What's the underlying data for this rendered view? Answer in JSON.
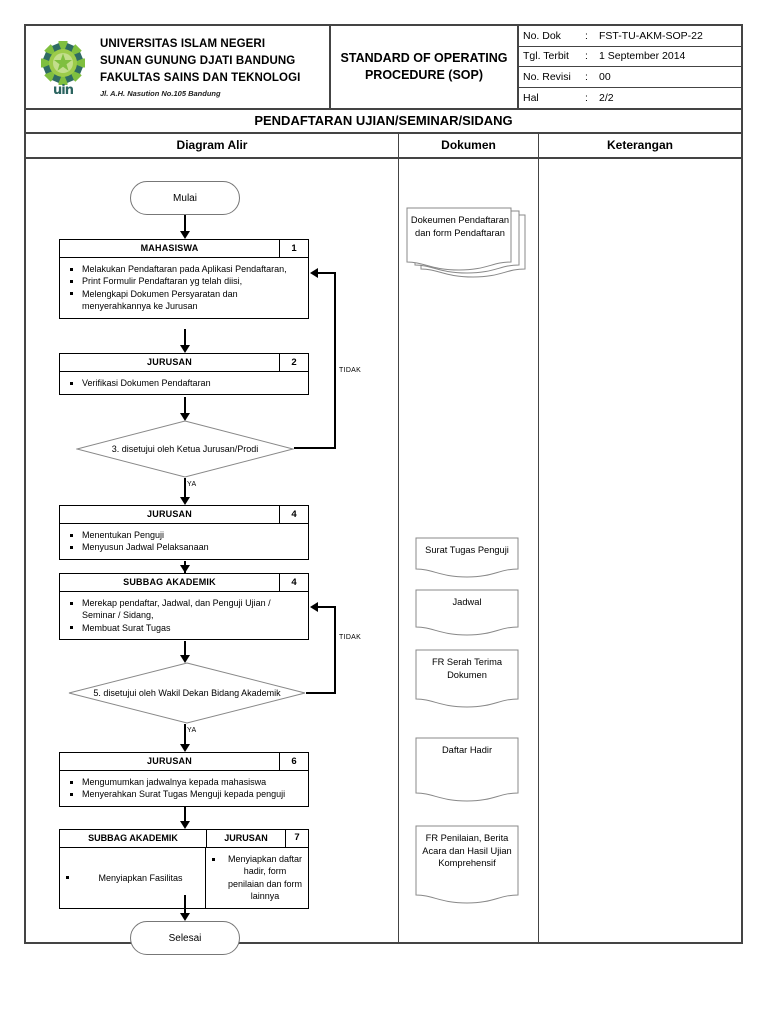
{
  "header": {
    "institution_lines": [
      "UNIVERSITAS ISLAM NEGERI",
      "SUNAN GUNUNG DJATI BANDUNG",
      "FAKULTAS SAINS DAN TEKNOLOGI"
    ],
    "address": "Jl. A.H. Nasution No.105 Bandung",
    "logo_word": "uin",
    "sop_title": "STANDARD OF OPERATING PROCEDURE (SOP)",
    "meta": [
      {
        "key": "No. Dok",
        "sep": ":",
        "value": "FST-TU-AKM-SOP-22"
      },
      {
        "key": "Tgl. Terbit",
        "sep": ":",
        "value": "1 September 2014"
      },
      {
        "key": "No. Revisi",
        "sep": ":",
        "value": "00"
      },
      {
        "key": "Hal",
        "sep": ":",
        "value": "2/2"
      }
    ]
  },
  "document_title": "PENDAFTARAN UJIAN/SEMINAR/SIDANG",
  "columns": {
    "flow": "Diagram Alir",
    "dokumen": "Dokumen",
    "keterangan": "Keterangan"
  },
  "flow": {
    "start": "Mulai",
    "end": "Selesai",
    "yes_label": "YA",
    "no_label": "TIDAK",
    "steps": [
      {
        "actor": "MAHASISWA",
        "number": "1",
        "items": [
          "Melakukan Pendaftaran pada Aplikasi Pendaftaran,",
          "Print Formulir Pendaftaran yg telah diisi,",
          "Melengkapi Dokumen Persyaratan dan menyerahkannya ke Jurusan"
        ]
      },
      {
        "actor": "JURUSAN",
        "number": "2",
        "items": [
          "Verifikasi Dokumen Pendaftaran"
        ]
      },
      {
        "actor": "JURUSAN",
        "number": "4",
        "items": [
          "Menentukan Penguji",
          "Menyusun Jadwal Pelaksanaan"
        ]
      },
      {
        "actor": "SUBBAG AKADEMIK",
        "number": "4",
        "items": [
          "Merekap pendaftar, Jadwal, dan Penguji Ujian / Seminar / Sidang,",
          "Membuat Surat Tugas"
        ]
      },
      {
        "actor": "JURUSAN",
        "number": "6",
        "items": [
          "Mengumumkan jadwalnya kepada mahasiswa",
          "Menyerahkan Surat Tugas Menguji kepada penguji"
        ]
      }
    ],
    "decisions": [
      {
        "text": "3. disetujui oleh Ketua Jurusan/Prodi"
      },
      {
        "text": "5. disetujui oleh Wakil Dekan Bidang Akademik"
      }
    ],
    "split_step": {
      "number": "7",
      "left_actor": "SUBBAG AKADEMIK",
      "right_actor": "JURUSAN",
      "left_items": [
        "Menyiapkan Fasilitas"
      ],
      "right_items": [
        "Menyiapkan daftar hadir, form penilaian dan form lainnya"
      ]
    }
  },
  "dokumen": [
    {
      "text": "Dokeumen Pendaftaran dan form Pendaftaran",
      "stacked": true
    },
    {
      "text": "Surat Tugas Penguji",
      "stacked": false
    },
    {
      "text": "Jadwal",
      "stacked": false
    },
    {
      "text": "FR Serah Terima Dokumen",
      "stacked": false
    },
    {
      "text": "Daftar Hadir",
      "stacked": false
    },
    {
      "text": "FR Penilaian, Berita Acara dan Hasil Ujian Komprehensif",
      "stacked": false
    }
  ],
  "keterangan": [],
  "colors": {
    "logo_green_light": "#8cc63f",
    "logo_green_dark": "#4b9b3f",
    "logo_teal": "#2b6460",
    "border": "#444444",
    "line": "#000000"
  }
}
